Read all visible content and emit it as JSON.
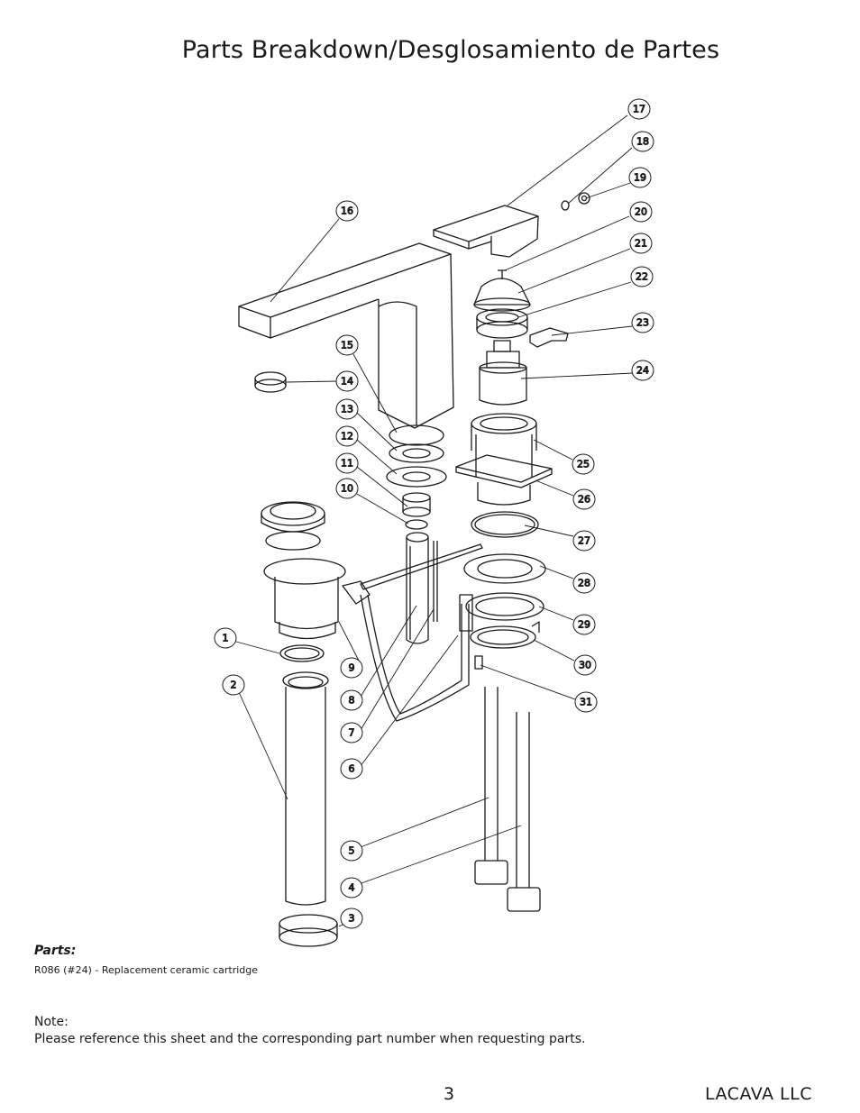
{
  "header": {
    "title": "Parts Breakdown/Desglosamiento de Partes"
  },
  "callouts": [
    "1",
    "2",
    "3",
    "4",
    "5",
    "6",
    "7",
    "8",
    "9",
    "10",
    "11",
    "12",
    "13",
    "14",
    "15",
    "16",
    "17",
    "18",
    "19",
    "20",
    "21",
    "22",
    "23",
    "24",
    "25",
    "26",
    "27",
    "28",
    "29",
    "30",
    "31"
  ],
  "parts": {
    "heading": "Parts:",
    "items": [
      "R086 (#24) - Replacement ceramic cartridge"
    ]
  },
  "note": {
    "label": "Note:",
    "text": "Please reference this sheet and the corresponding part number when requesting parts."
  },
  "footer": {
    "page_number": "3",
    "company": "LACAVA LLC"
  }
}
